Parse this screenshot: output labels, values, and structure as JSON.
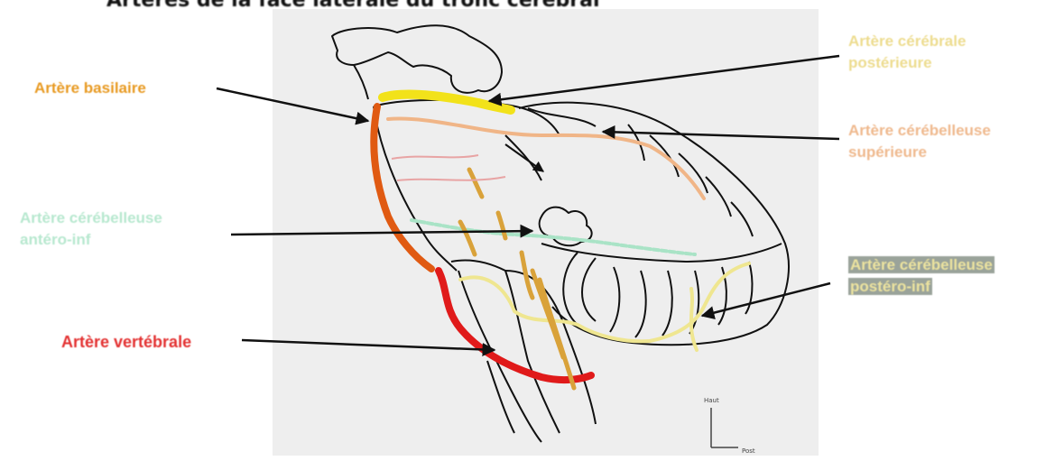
{
  "title": "Artères de la face latérale du tronc cérébral",
  "labels": {
    "basilaire": "Artère basilaire",
    "cerebrale_posterieure_1": "Artère cérébrale",
    "cerebrale_posterieure_2": "postérieure",
    "cerebelleuse_superieure_1": "Artère cérébelleuse",
    "cerebelleuse_superieure_2": "supérieure",
    "cerebelleuse_ai_1": "Artère cérébelleuse",
    "cerebelleuse_ai_2": "antéro-inf",
    "cerebelleuse_pi_1": "Artère cérébelleuse",
    "cerebelleuse_pi_2": "postéro-inf",
    "vertebrale": "Artère vertébrale"
  },
  "orientation": {
    "up": "Haut",
    "right": "Post"
  },
  "colors": {
    "basilaire": "#e05a12",
    "cerebrale_posterieure": "#f2e21a",
    "cerebelleuse_superieure": "#f0b587",
    "cerebelleuse_ai": "#a9e3c6",
    "cerebelleuse_pi": "#efe690",
    "vertebrale": "#e01a1a",
    "nerves": "#d9a23a"
  }
}
